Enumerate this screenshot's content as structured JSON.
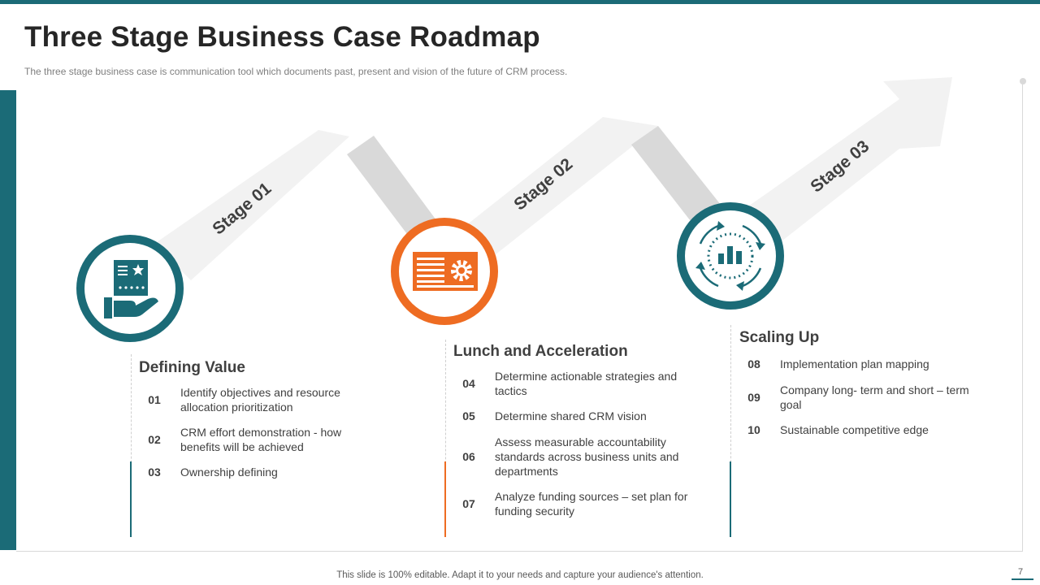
{
  "header": {
    "title": "Three Stage Business Case Roadmap",
    "subtitle": "The three stage business case is communication tool which documents past, present and vision of the future of CRM process."
  },
  "colors": {
    "teal": "#1b6b77",
    "orange": "#ee6c22",
    "arrow_light": "#f2f2f2",
    "arrow_dark": "#d9d9d9"
  },
  "roadmap": {
    "arrow_labels": [
      "Stage 01",
      "Stage 02",
      "Stage 03"
    ],
    "stages": [
      {
        "title": "Defining Value",
        "icon": "hand-holding-certificate-icon",
        "items": [
          {
            "num": "01",
            "text": "Identify objectives and resource allocation prioritization"
          },
          {
            "num": "02",
            "text": "CRM effort demonstration  - how benefits will be achieved"
          },
          {
            "num": "03",
            "text": "Ownership defining"
          }
        ]
      },
      {
        "title": "Lunch and Acceleration",
        "icon": "browser-gear-icon",
        "items": [
          {
            "num": "04",
            "text": "Determine actionable strategies and tactics"
          },
          {
            "num": "05",
            "text": "Determine shared CRM vision"
          },
          {
            "num": "06",
            "text": "Assess measurable accountability standards across business units and departments"
          },
          {
            "num": "07",
            "text": "Analyze funding sources – set plan for funding security"
          }
        ]
      },
      {
        "title": "Scaling Up",
        "icon": "cycle-chart-icon",
        "items": [
          {
            "num": "08",
            "text": "Implementation plan mapping"
          },
          {
            "num": "09",
            "text": "Company long- term and short – term goal"
          },
          {
            "num": "10",
            "text": "Sustainable competitive edge"
          }
        ]
      }
    ]
  },
  "footer": {
    "note": "This slide is 100% editable. Adapt it to your needs and capture your audience's attention.",
    "page_number": "7"
  }
}
